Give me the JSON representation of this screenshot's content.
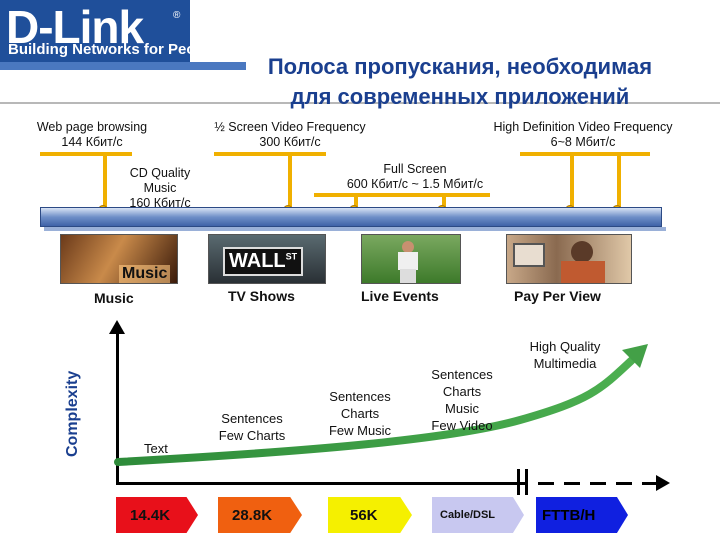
{
  "brand": {
    "logo": "D-Link",
    "reg": "®",
    "tagline": "Building Networks for People"
  },
  "title": {
    "line1": "Полоса пропускания, необходимая",
    "line2": "для современных приложений"
  },
  "timeline": {
    "web": [
      "Web page browsing",
      "144 Кбит/с"
    ],
    "half": [
      "½ Screen Video Frequency",
      "300 Кбит/с"
    ],
    "hd": [
      "High Definition Video Frequency",
      "6~8 Мбит/с"
    ],
    "cd": [
      "CD Quality",
      "Music",
      "160 Кбит/с"
    ],
    "full": [
      "Full Screen",
      "600 Кбит/с ~ 1.5 Мбит/с"
    ]
  },
  "thumbs": [
    {
      "caption": "Music",
      "overlay": "Music"
    },
    {
      "caption": "TV Shows",
      "overlay": "WALL",
      "overlay_sup": "ST"
    },
    {
      "caption": "Live Events"
    },
    {
      "caption": "Pay Per View"
    }
  ],
  "chart": {
    "ylabel": "Complexity",
    "stages": [
      [
        "Text"
      ],
      [
        "Sentences",
        "Few Charts"
      ],
      [
        "Sentences",
        "Charts",
        "Few Music"
      ],
      [
        "Sentences",
        "Charts",
        "Music",
        "Few Video"
      ],
      [
        "High Quality",
        "Multimedia"
      ]
    ]
  },
  "speeds": [
    {
      "label": "14.4K",
      "color": "#e8101a"
    },
    {
      "label": "28.8K",
      "color": "#f06010"
    },
    {
      "label": "56K",
      "color": "#f5f000"
    },
    {
      "label": "Cable/DSL",
      "color": "#c8c8f0"
    },
    {
      "label": "FTTB/H",
      "color": "#1020e0"
    }
  ],
  "colors": {
    "brand_blue": "#1f4f9a",
    "title_blue": "#1a3f8f",
    "marker_yellow": "#f0b000",
    "curve_green": "#2e8b3a"
  }
}
